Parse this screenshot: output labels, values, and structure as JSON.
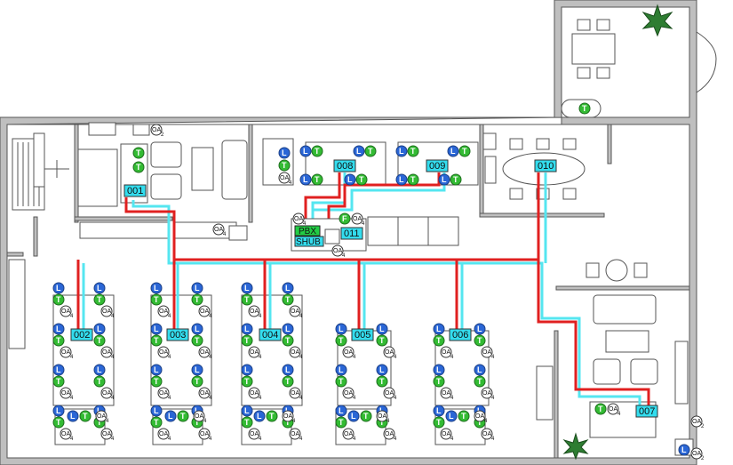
{
  "rooms": [
    {
      "label": "001"
    },
    {
      "label": "002"
    },
    {
      "label": "003"
    },
    {
      "label": "004"
    },
    {
      "label": "005"
    },
    {
      "label": "006"
    },
    {
      "label": "007"
    },
    {
      "label": "008"
    },
    {
      "label": "009"
    },
    {
      "label": "010"
    },
    {
      "label": "011"
    }
  ],
  "legend": {
    "lan_symbol": "L",
    "tel_symbol": "T",
    "outlet_symbol": "OA",
    "outlet_sub": "4",
    "outlet_sub_small": "2",
    "fax_symbol": "F",
    "pbx_label": "PBX",
    "hub_label": "SHUB"
  },
  "colors": {
    "cable_red": "#e02020",
    "cable_cyan": "#55e6f0",
    "label_fill": "#33ddee",
    "lan_blue": "#2a66d6",
    "tel_green": "#33bb33"
  }
}
